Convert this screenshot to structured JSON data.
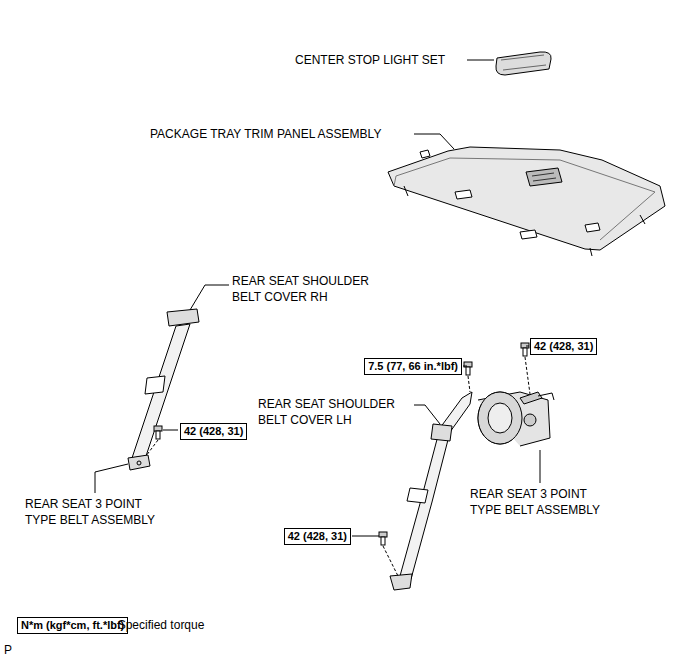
{
  "diagram": {
    "nodes": [
      {
        "text": [
          "42 (428, 31)"
        ]
      },
      {
        "text": [
          "7.5 (77, 66 in.*lbf)"
        ]
      },
      {
        "text": [
          "42 (428, 31)"
        ]
      },
      {
        "text": [
          "42 (428, 31)"
        ]
      },
      {
        "text": [
          "N*m (kgf*cm, ft.*lbf)"
        ]
      }
    ],
    "labels": [
      "CENTER STOP LIGHT SET",
      "PACKAGE TRAY TRIM PANEL ASSEMBLY",
      "REAR SEAT SHOULDER BELT COVER RH",
      "REAR SEAT SHOULDER BELT COVER LH",
      "REAR SEAT 3 POINT TYPE BELT ASSEMBLY",
      "REAR SEAT 3 POINT TYPE BELT ASSEMBLY",
      ": Specified torque",
      "P"
    ]
  }
}
